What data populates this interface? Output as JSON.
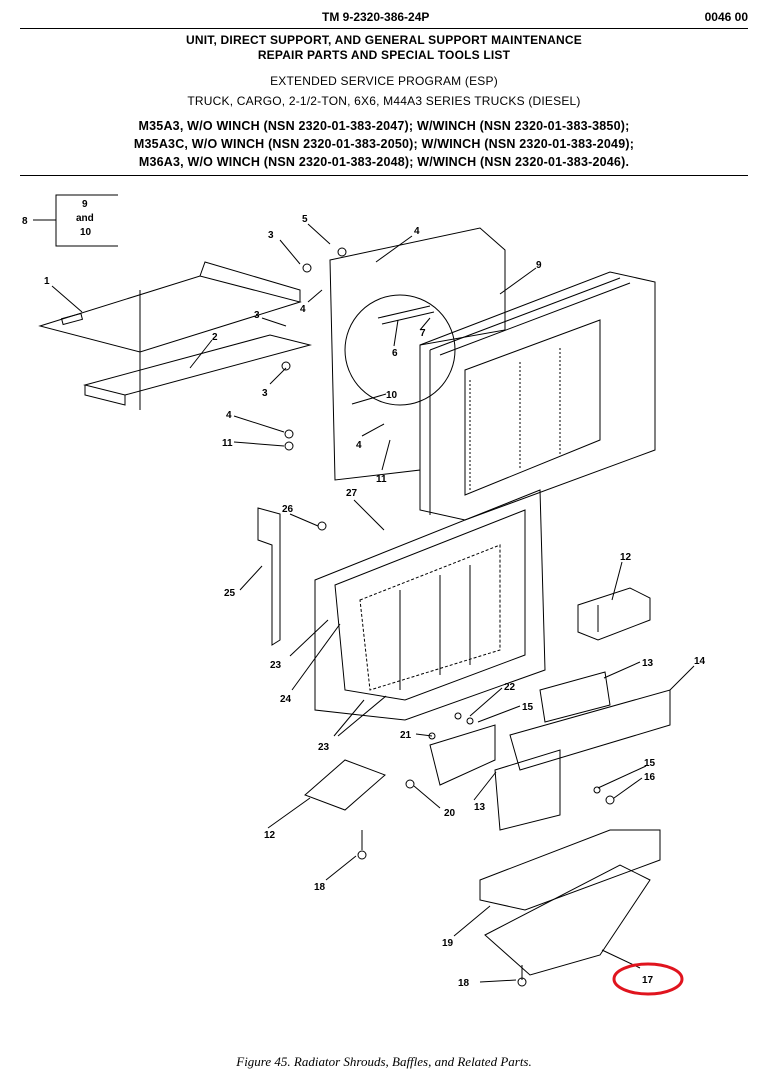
{
  "header": {
    "tm_number": "TM 9-2320-386-24P",
    "work_package": "0046 00",
    "title_lines": [
      "UNIT, DIRECT SUPPORT, AND GENERAL SUPPORT MAINTENANCE",
      "REPAIR PARTS AND SPECIAL TOOLS LIST"
    ],
    "program_lines": [
      "EXTENDED SERVICE PROGRAM (ESP)",
      "TRUCK, CARGO, 2-1/2-TON, 6X6, M44A3 SERIES TRUCKS (DIESEL)"
    ],
    "model_lines": [
      "M35A3, W/O WINCH (NSN 2320-01-383-2047); W/WINCH (NSN 2320-01-383-3850);",
      "M35A3C, W/O WINCH (NSN 2320-01-383-2050); W/WINCH (NSN 2320-01-383-2049);",
      "M36A3, W/O WINCH (NSN 2320-01-383-2048); W/WINCH (NSN 2320-01-383-2046)."
    ]
  },
  "callouts": {
    "bracket": {
      "left": "8",
      "top": "9",
      "mid": "and",
      "bottom": "10"
    },
    "labels": [
      "1",
      "2",
      "3",
      "3",
      "3",
      "4",
      "4",
      "4",
      "4",
      "5",
      "6",
      "7",
      "9",
      "10",
      "11",
      "11",
      "27",
      "26",
      "25",
      "12",
      "23",
      "24",
      "23",
      "13",
      "14",
      "22",
      "15",
      "21",
      "15",
      "16",
      "20",
      "13",
      "12",
      "18",
      "19",
      "18",
      "17"
    ]
  },
  "highlight": {
    "item": "17",
    "color": "#e0141e"
  },
  "caption": "Figure 45.  Radiator Shrouds, Baffles, and Related Parts."
}
